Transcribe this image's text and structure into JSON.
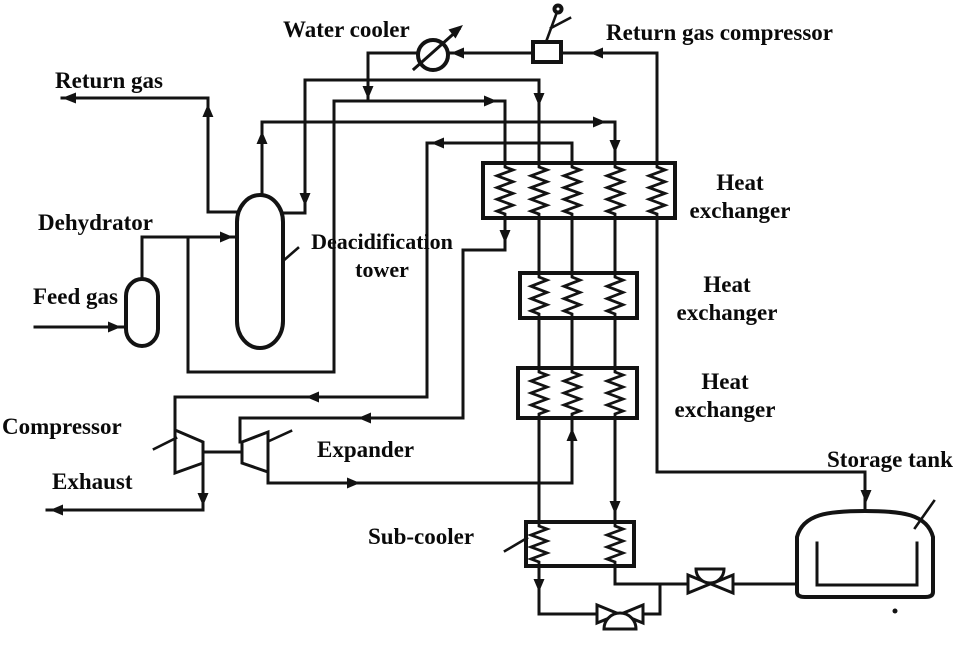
{
  "figure": {
    "type": "process-flow-diagram",
    "background_color": "#ffffff",
    "line_color": "#131313",
    "text_color": "#0a0a0a",
    "labels": {
      "return_gas": "Return gas",
      "water_cooler": "Water cooler",
      "return_gas_compressor": "Return gas compressor",
      "dehydrator": "Dehydrator",
      "deacidification_tower": [
        "Deacidification",
        "tower"
      ],
      "feed_gas": "Feed gas",
      "heat_exchanger": [
        "Heat",
        "exchanger"
      ],
      "compressor": "Compressor",
      "exhaust": "Exhaust",
      "expander": "Expander",
      "sub_cooler": "Sub-cooler",
      "storage_tank": "Storage tank"
    }
  }
}
